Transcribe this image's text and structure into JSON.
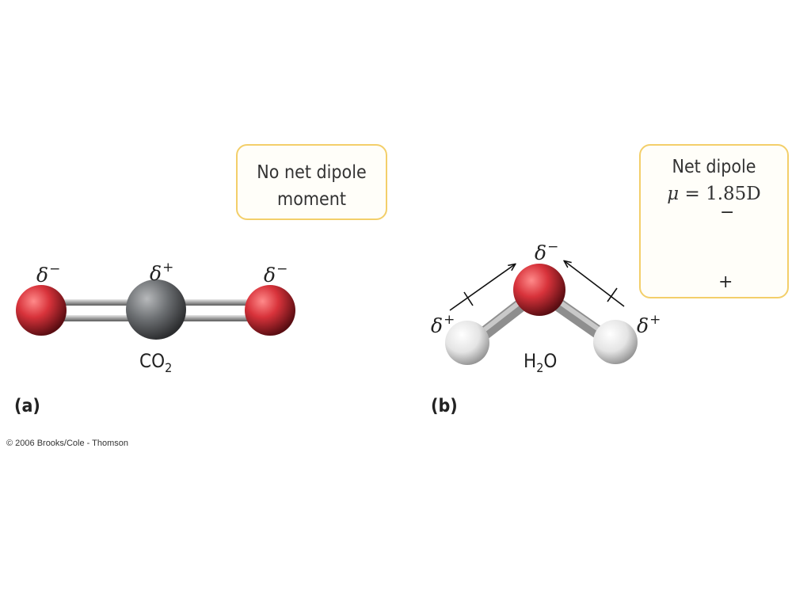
{
  "panel_a": {
    "label": "(a)",
    "molecule_label": "CO",
    "molecule_subscript": "2",
    "callout_line1": "No net dipole",
    "callout_line2": "moment",
    "left_charge": {
      "symbol": "δ",
      "sign": "−"
    },
    "center_charge": {
      "symbol": "δ",
      "sign": "+"
    },
    "right_charge": {
      "symbol": "δ",
      "sign": "−"
    }
  },
  "panel_b": {
    "label": "(b)",
    "molecule_label_h": "H",
    "molecule_subscript": "2",
    "molecule_label_o": "O",
    "oxygen_charge": {
      "symbol": "δ",
      "sign": "−"
    },
    "left_h_charge": {
      "symbol": "δ",
      "sign": "+"
    },
    "right_h_charge": {
      "symbol": "δ",
      "sign": "+"
    },
    "callout_line1": "Net dipole",
    "callout_mu": "μ",
    "callout_value": " = 1.85D",
    "inset_minus": "−",
    "inset_plus": "+"
  },
  "colors": {
    "oxygen": "#d0303a",
    "carbon": "#6a6d70",
    "hydrogen": "#e6e6e6",
    "bond": "#a9a9a9",
    "callout_border": "#f3cf6a"
  },
  "copyright": "© 2006 Brooks/Cole - Thomson"
}
